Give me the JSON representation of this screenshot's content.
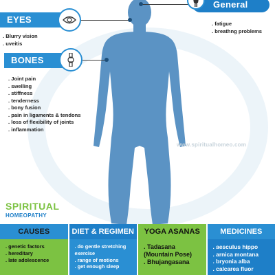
{
  "sections": {
    "eyes": {
      "title": "EYES",
      "items": [
        "Blurry vision",
        "uveitis"
      ]
    },
    "bones": {
      "title": "BONES",
      "items": [
        "Joint pain",
        "swelling",
        "stiffness",
        "tenderness",
        "bony fusion",
        "pain in ligaments & tendons",
        "loss of flexibility of joints",
        "inflammation"
      ]
    },
    "general": {
      "title": "General",
      "items": [
        "fatigue",
        "breathng problems"
      ]
    }
  },
  "watermark": "www.spiritualhomeo.com",
  "brand": {
    "name": "SPIRITUAL",
    "sub": "HOMEOPATHY"
  },
  "columns": [
    {
      "title": "CAUSES",
      "items": [
        "genetic factors",
        "hereditary",
        "late adolescence"
      ]
    },
    {
      "title": "DIET & REGIMEN",
      "items": [
        "do gentle stretching exercise",
        "range of motions",
        "get enough sleep"
      ]
    },
    {
      "title": "YOGA ASANAS",
      "items": [
        "Tadasana (Mountain Pose)",
        "Bhujangasana"
      ]
    },
    {
      "title": "MEDICINES",
      "items": [
        "aesculus hippo",
        "arnica montana",
        "bryonia alba",
        "calcarea fluor"
      ]
    }
  ],
  "colors": {
    "blue": "#2a8fd3",
    "dark_blue": "#1e7fc8",
    "green": "#7cc242",
    "silhouette": "#5b93c4"
  },
  "icons": {
    "eyes": "eye-icon",
    "bones": "joint-icon",
    "general": "human-figure-icon"
  }
}
